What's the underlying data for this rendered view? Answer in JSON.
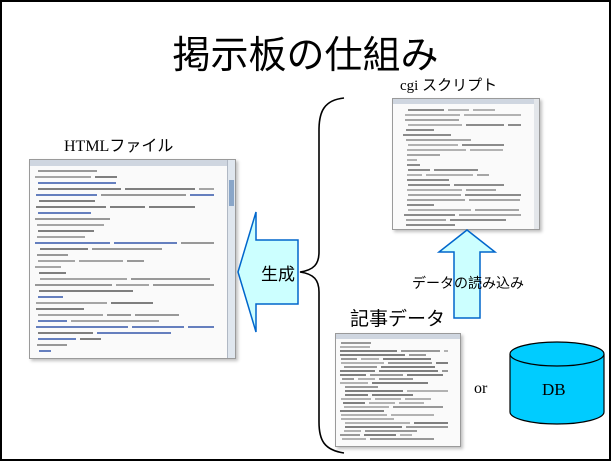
{
  "title": "掲示板の仕組み",
  "html_file": {
    "label": "HTMLファイル"
  },
  "cgi_script": {
    "label": "cgi スクリプト"
  },
  "article_data": {
    "label": "記事データ"
  },
  "arrows": {
    "generate_label": "生成",
    "read_label": "データの読み込み"
  },
  "or_label": "or",
  "db": {
    "label": "DB",
    "fill_color": "#00ccff",
    "stroke_color": "#000000"
  },
  "colors": {
    "arrow_fill": "#ccffff",
    "arrow_stroke": "#0066cc"
  }
}
